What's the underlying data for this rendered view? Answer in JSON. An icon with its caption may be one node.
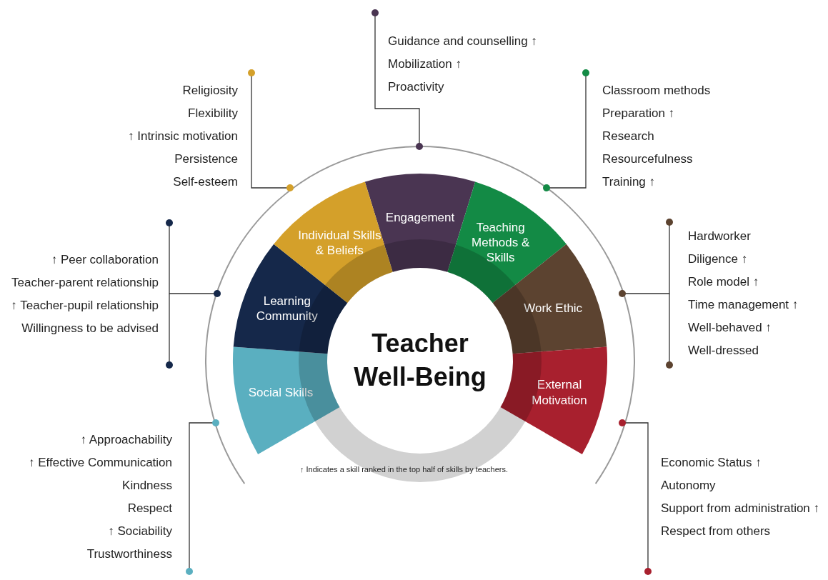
{
  "diagram": {
    "nodes": [
      {
        "text": [
          "Teacher Well-Being"
        ]
      },
      {
        "text": [
          "Engagement"
        ]
      },
      {
        "text": [
          "Teaching Methods & Skills"
        ]
      },
      {
        "text": [
          "Work Ethic"
        ]
      },
      {
        "text": [
          "External Motivation"
        ]
      },
      {
        "text": [
          "Social Skills"
        ]
      },
      {
        "text": [
          "Learning Community"
        ]
      },
      {
        "text": [
          "Individual Skills & Beliefs"
        ]
      },
      {
        "text": [
          "Guidance and counselling ↑",
          "Mobilization ↑",
          "Proactivity"
        ]
      },
      {
        "text": [
          "Classroom methods",
          "Preparation ↑",
          "Research",
          "Resourcefulness",
          "Training ↑"
        ]
      },
      {
        "text": [
          "Hardworker",
          "Diligence ↑",
          "Role model ↑",
          "Time management ↑",
          "Well-behaved ↑",
          "Well-dressed"
        ]
      },
      {
        "text": [
          "Economic Status ↑",
          "Autonomy",
          "Support from administration ↑",
          "Respect from others"
        ]
      },
      {
        "text": [
          "↑ Approachability",
          "↑ Effective Communication",
          "Kindness",
          "Respect",
          "↑ Sociability",
          "Trustworthiness"
        ]
      },
      {
        "text": [
          "↑ Peer collaboration",
          "Teacher-parent relationship",
          "↑ Teacher-pupil relationship",
          "Willingness to be advised"
        ]
      },
      {
        "text": [
          "Religiosity",
          "Flexibility",
          "↑ Intrinsic motivation",
          "Persistence",
          "Self-esteem"
        ]
      }
    ],
    "edges": [
      {
        "from": 1,
        "to": 8,
        "arrow": "other"
      },
      {
        "from": 2,
        "to": 9,
        "arrow": "other"
      },
      {
        "from": 3,
        "to": 10,
        "arrow": "other"
      },
      {
        "from": 4,
        "to": 11,
        "arrow": "other"
      },
      {
        "from": 5,
        "to": 12,
        "arrow": "other"
      },
      {
        "from": 6,
        "to": 13,
        "arrow": "other"
      },
      {
        "from": 7,
        "to": 14,
        "arrow": "other"
      }
    ],
    "labels": [
      "↑ Indicates a skill ranked in the top half of skills by teachers."
    ]
  }
}
